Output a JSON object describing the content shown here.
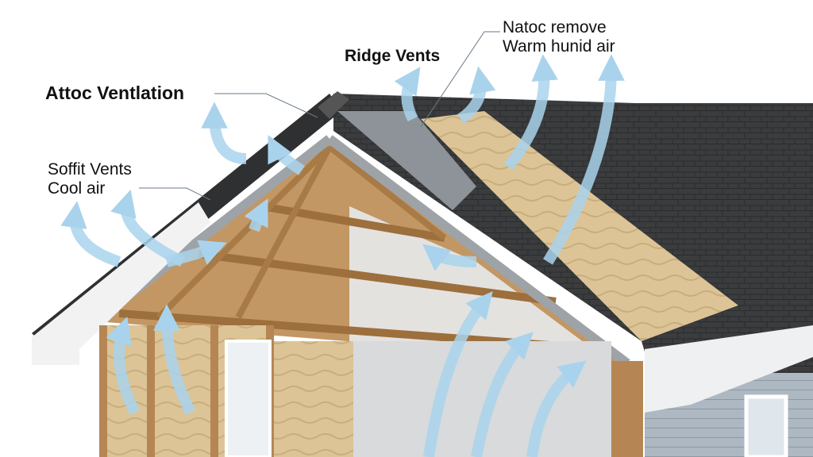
{
  "labels": {
    "attic_ventilation": "Attoc Ventlation",
    "ridge_vents": "Ridge Vents",
    "natural_remove_line1": "Natoc remove",
    "natural_remove_line2": "Warm hunid air",
    "soffit_vents_line1": "Soffit Vents",
    "soffit_vents_line2": "Cool air"
  },
  "colors": {
    "shingle": "#3a3b3d",
    "wood": "#b98a56",
    "insulation": "#dcc497",
    "airflow": "#a9d3ec",
    "siding": "#aab4be",
    "metal": "#9ea3a8"
  }
}
